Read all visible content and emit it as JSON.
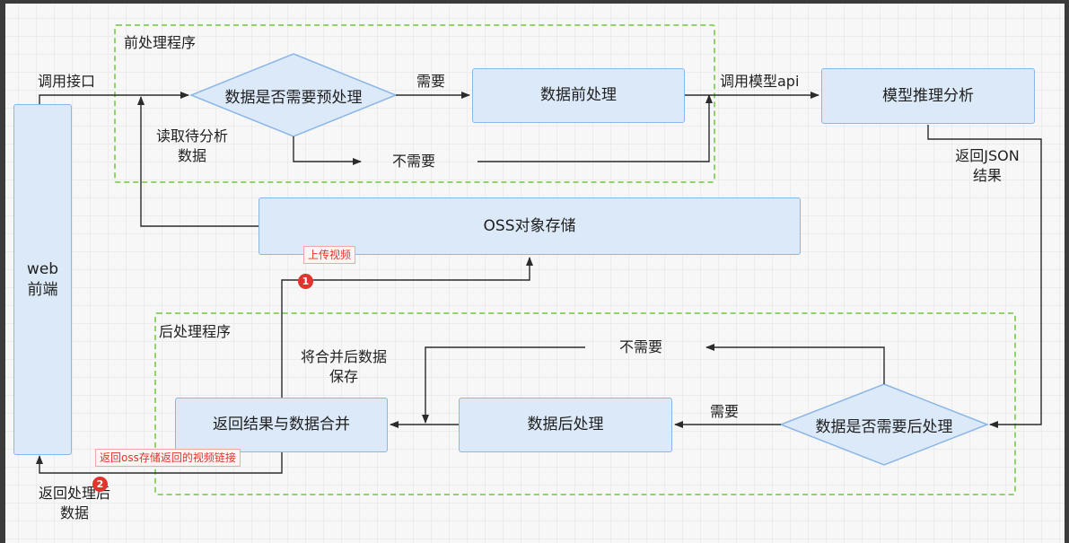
{
  "groups": {
    "pre": "前处理程序",
    "post": "后处理程序"
  },
  "nodes": {
    "web": "web\n前端",
    "need_pre": "数据是否需要预处理",
    "pre_process": "数据前处理",
    "model": "模型推理分析",
    "oss": "OSS对象存储",
    "need_post": "数据是否需要后处理",
    "post_process": "数据后处理",
    "merge": "返回结果与数据合并"
  },
  "edge_labels": {
    "call_api": "调用接口",
    "need": "需要",
    "not_need": "不需要",
    "call_model": "调用模型api",
    "read_data": "读取待分析\n数据",
    "return_json": "返回JSON\n结果",
    "post_need": "需要",
    "post_not_need": "不需要",
    "save_merge": "将合并后数据\n保存",
    "return_processed": "返回处理后\n数据"
  },
  "annotations": {
    "upload_video": "上传视频",
    "return_link": "返回oss存储返回的视频链接",
    "badge1": "1",
    "badge2": "2"
  },
  "colors": {
    "box_fill": "#dbe9f8",
    "box_border": "#8ab6e8",
    "group_border": "#8fd36a",
    "line": "#2b2b2b",
    "annotation_red": "#e0342c"
  }
}
